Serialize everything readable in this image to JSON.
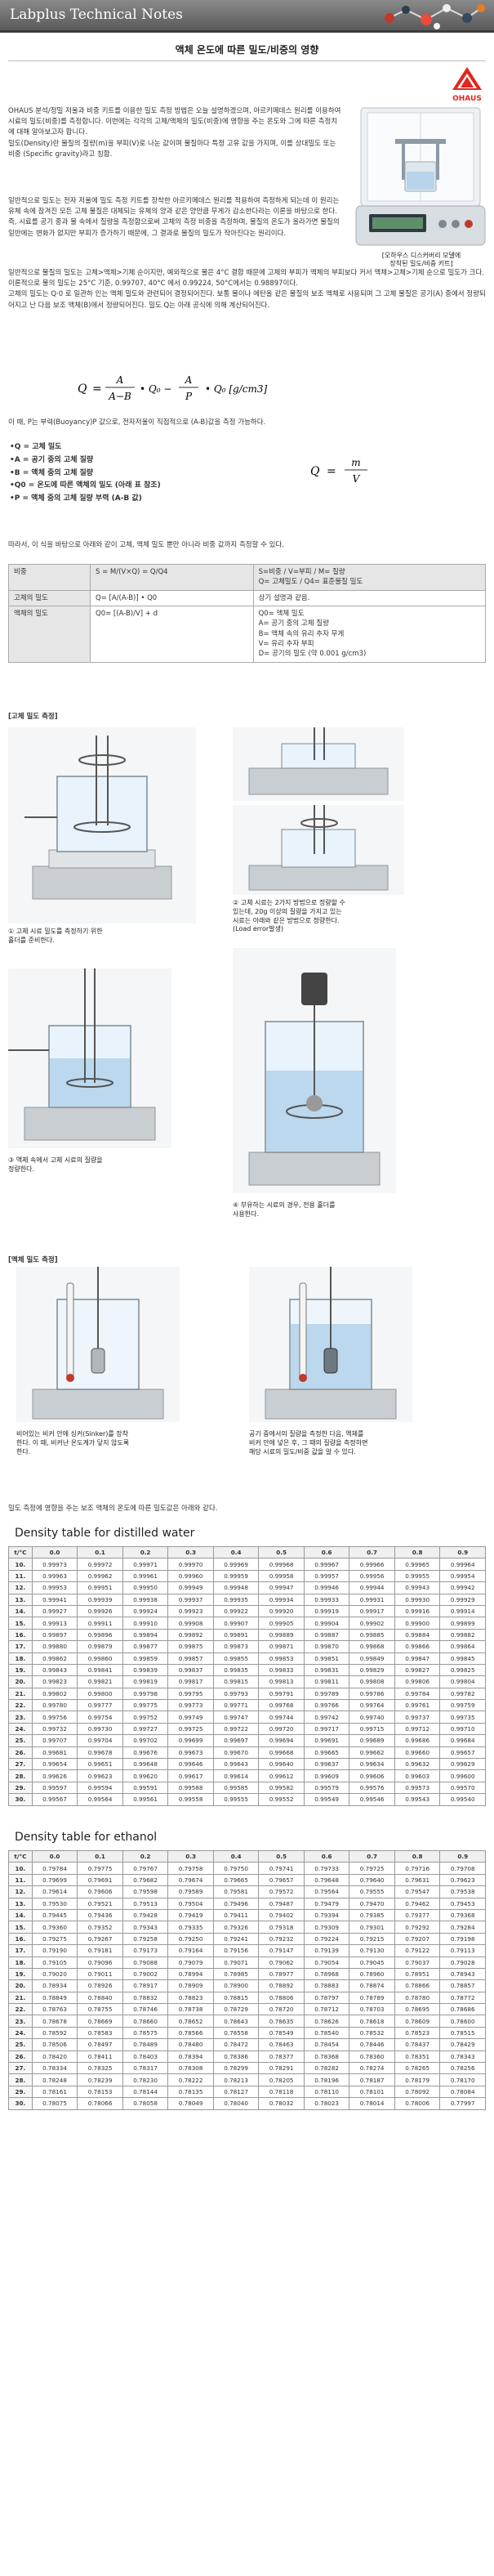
{
  "header": {
    "title": "Labplus Technical Notes"
  },
  "page_title": "액체 온도에 따른 밀도/비중의 영향",
  "logo": {
    "text": "OHAUS"
  },
  "device_caption": [
    "[오하우스 디스커버리 모델에",
    "장착된 밀도/비중 키트]"
  ],
  "paragraphs": {
    "p1": "OHAUS 분석/정밀 저울과 비중 키트를 이용한 밀도 측정 방법은 오늘 설명하겠으며, 아르키메데스 원리를 이용하여 시료의 밀도(비중)를 측정합니다. 이번에는 각각의 고체/액체의 밀도(비중)에 영향을 주는 온도와 그에 따른 측정치에 대해 알아보고자 합니다.",
    "p1b": "밀도(Density)란 물질의 질량(m)을 부피(V)로 나눈 값이며 물질마다 특정 고유 값을 가지며, 이를 상대밀도 또는 비중 (Specific gravity)라고 칭함.",
    "p2": "일반적으로 밀도는 전자 저울에 밀도 측정 키트를 장착한 아르키메데스 원리를 적용하여 측정하게 되는데 이 원리는 유체 속에 잠겨진 모든 고체 물질은 대체되는 유체의 양과 같은 양만큼 무게가 감소한다라는 이론을 바탕으로 한다.",
    "p2b": "즉, 시료를 공기 중과 물 속에서 질량을 측정함으로써 고체의 측정 비중을 측정하며, 물질의 온도가 올라가면 물질의 일반에는 변화가 없지만 부피가 증가하기 때문에, 그 결과로 물질의 밀도가 작아진다는 원리이다.",
    "p3": "일반적으로 물질의 밀도는 고체>액체>기체 순이지만, 예외적으로 물은 4°C 결합 때문에 고체의 부피가 액체의 부피보다 커서 액체>고체>기체 순으로 밀도가 크다. 이론적으로 물의 밀도는 25°C 기준, 0.99707, 40°C 에서 0.99224, 50°C에서는 0.98897이다.",
    "p3b": "고체의 밀도는 Q·0 로 일관하 인는 액체 밀도와 관련되어 결정되어진다. 보통 물이나 에탄올 같은 물질의 보조 액체로 사용되며 그 고체 물질은 공기(A) 중에서 정량되어지고 난 다음 보조 액체(B)에서 정량되어진다. 밀도 Q는 아래 공식에 의해 계산되어진다."
  },
  "formula_main": {
    "q_label": "Q",
    "num": "A",
    "den": "A−B",
    "mid1": "• Q₀ −",
    "num2": "A",
    "den2": "P",
    "tail": "• Q₀ [g/cm3]"
  },
  "formula_note": "이 때, P는 부력(Buoyancy)P 값으로, 전자저울이 직접적으로 (A-B)값을 측정 가능하다.",
  "definitions": [
    "•Q = 고체 밀도",
    "•A = 공기 중의 고체 질량",
    "•B = 액체 중의 고체 질량",
    "•Q0 = 온도에 따른 액체의 밀도 (아래 표 참조)",
    "•P = 액체 중의 고체 질량 부력 (A-B 값)"
  ],
  "formula_q": {
    "q": "Q",
    "num": "m",
    "den": "V"
  },
  "method_note": "따라서, 이 식을 바탕으로 아래와 같이 고체, 액체 밀도 뿐만 아니라 비중 값까지 측정할 수 있다.",
  "method_table": [
    {
      "label": "비중",
      "formula": "S = M/(V×Q) = Q/Q4",
      "desc": "S=비중 / V=부피 / M= 질량\nQ= 고체밀도 / Q4= 표준물질 밀도"
    },
    {
      "label": "고체의 밀도",
      "formula": "Q= [A/(A-B)] • Q0",
      "desc": "상기 설명과 같음."
    },
    {
      "label": "액체의 밀도",
      "formula": "Q0= [(A-B)/V] + d",
      "desc": "Q0= 액체 밀도\nA= 공기 중의 고체 질량\nB= 액체 속의 유리 추자 무게\nV= 유리 추자 부피\nD= 공기의 밀도 (약 0.001 g/cm3)"
    }
  ],
  "sections": {
    "solid": "[고체 밀도 측정]",
    "liquid": "[액체 밀도 측정]"
  },
  "captions": {
    "solid1": [
      "① 고체 시료 밀도를 측정하기 위한",
      "홀더를 준비한다."
    ],
    "solid2": [
      "② 고체 시료는 2가지 방법으로 정량할 수",
      "있는데, 20g 이상의 질량을 가지고 있는",
      "시료는 아래와 같은 방법으로 정량한다.",
      "(Load error발생)"
    ],
    "solid3": [
      "③ 액체 속에서 고체 시료의 질량을",
      "정량한다."
    ],
    "solid4": [
      "④ 부유하는 시료의 경우, 전용 홀더를",
      "사용한다."
    ],
    "liquid1": [
      "비어있는 비커 안에 싱커(Sinker)를 장착",
      "한다. 이 때, 비커난 온도계가 닿지 않도록",
      "한다."
    ],
    "liquid2": [
      "공기 중에서의 질량을 측정한 다음, 액체를",
      "비커 안에 넣은 후, 그 때의 질량을 측정하면",
      "해당 시료의 밀도/비중 값을 알 수 있다."
    ]
  },
  "footer_note": "밀도 측정에 영향을 주는 보조 액체의 온도에 따른 밀도값은 아래와 같다.",
  "water_table": {
    "title": "Density table for distilled water",
    "header": [
      "t/°C",
      "0.0",
      "0.1",
      "0.2",
      "0.3",
      "0.4",
      "0.5",
      "0.6",
      "0.7",
      "0.8",
      "0.9"
    ],
    "rows": [
      [
        "10.",
        "0.99973",
        "0.99972",
        "0.99971",
        "0.99970",
        "0.99969",
        "0.99968",
        "0.99967",
        "0.99966",
        "0.99965",
        "0.99964"
      ],
      [
        "11.",
        "0.99963",
        "0.99962",
        "0.99961",
        "0.99960",
        "0.99959",
        "0.99958",
        "0.99957",
        "0.99956",
        "0.99955",
        "0.99954"
      ],
      [
        "12.",
        "0.99953",
        "0.99951",
        "0.99950",
        "0.99949",
        "0.99948",
        "0.99947",
        "0.99946",
        "0.99944",
        "0.99943",
        "0.99942"
      ],
      [
        "13.",
        "0.99941",
        "0.99939",
        "0.99938",
        "0.99937",
        "0.99935",
        "0.99934",
        "0.99933",
        "0.99931",
        "0.99930",
        "0.99929"
      ],
      [
        "14.",
        "0.99927",
        "0.99926",
        "0.99924",
        "0.99923",
        "0.99922",
        "0.99920",
        "0.99919",
        "0.99917",
        "0.99916",
        "0.99914"
      ],
      [
        "15.",
        "0.99913",
        "0.99911",
        "0.99910",
        "0.99908",
        "0.99907",
        "0.99905",
        "0.99904",
        "0.99902",
        "0.99900",
        "0.99899"
      ],
      [
        "16.",
        "0.99897",
        "0.99896",
        "0.99894",
        "0.99892",
        "0.99891",
        "0.99889",
        "0.99887",
        "0.99885",
        "0.99884",
        "0.99882"
      ],
      [
        "17.",
        "0.99880",
        "0.99879",
        "0.99877",
        "0.99875",
        "0.99873",
        "0.99871",
        "0.99870",
        "0.99868",
        "0.99866",
        "0.99864"
      ],
      [
        "18.",
        "0.99862",
        "0.99860",
        "0.99859",
        "0.99857",
        "0.99855",
        "0.99853",
        "0.99851",
        "0.99849",
        "0.99847",
        "0.99845"
      ],
      [
        "19.",
        "0.99843",
        "0.99841",
        "0.99839",
        "0.99837",
        "0.99835",
        "0.99833",
        "0.99831",
        "0.99829",
        "0.99827",
        "0.99825"
      ],
      [
        "20.",
        "0.99823",
        "0.99821",
        "0.99819",
        "0.99817",
        "0.99815",
        "0.99813",
        "0.99811",
        "0.99808",
        "0.99806",
        "0.99804"
      ],
      [
        "21.",
        "0.99802",
        "0.99800",
        "0.99798",
        "0.99795",
        "0.99793",
        "0.99791",
        "0.99789",
        "0.99786",
        "0.99784",
        "0.99782"
      ],
      [
        "22.",
        "0.99780",
        "0.99777",
        "0.99775",
        "0.99773",
        "0.99771",
        "0.99768",
        "0.99766",
        "0.99764",
        "0.99761",
        "0.99759"
      ],
      [
        "23.",
        "0.99756",
        "0.99754",
        "0.99752",
        "0.99749",
        "0.99747",
        "0.99744",
        "0.99742",
        "0.99740",
        "0.99737",
        "0.99735"
      ],
      [
        "24.",
        "0.99732",
        "0.99730",
        "0.99727",
        "0.99725",
        "0.99722",
        "0.99720",
        "0.99717",
        "0.99715",
        "0.99712",
        "0.99710"
      ],
      [
        "25.",
        "0.99707",
        "0.99704",
        "0.99702",
        "0.99699",
        "0.99697",
        "0.99694",
        "0.99691",
        "0.99689",
        "0.99686",
        "0.99684"
      ],
      [
        "26.",
        "0.99681",
        "0.99678",
        "0.99676",
        "0.99673",
        "0.99670",
        "0.99668",
        "0.99665",
        "0.99662",
        "0.99660",
        "0.99657"
      ],
      [
        "27.",
        "0.99654",
        "0.99651",
        "0.99648",
        "0.99646",
        "0.99643",
        "0.99640",
        "0.99637",
        "0.99634",
        "0.99632",
        "0.99629"
      ],
      [
        "28.",
        "0.99626",
        "0.99623",
        "0.99620",
        "0.99617",
        "0.99614",
        "0.99612",
        "0.99609",
        "0.99606",
        "0.99603",
        "0.99600"
      ],
      [
        "29.",
        "0.99597",
        "0.99594",
        "0.99591",
        "0.99588",
        "0.99585",
        "0.99582",
        "0.99579",
        "0.99576",
        "0.99573",
        "0.99570"
      ],
      [
        "30.",
        "0.99567",
        "0.99564",
        "0.99561",
        "0.99558",
        "0.99555",
        "0.99552",
        "0.99549",
        "0.99546",
        "0.99543",
        "0.99540"
      ]
    ]
  },
  "ethanol_table": {
    "title": "Density table for ethanol",
    "header": [
      "t/°C",
      "0.0",
      "0.1",
      "0.2",
      "0.3",
      "0.4",
      "0.5",
      "0.6",
      "0.7",
      "0.8",
      "0.9"
    ],
    "rows": [
      [
        "10.",
        "0.79784",
        "0.79775",
        "0.79767",
        "0.79758",
        "0.79750",
        "0.79741",
        "0.79733",
        "0.79725",
        "0.79716",
        "0.79708"
      ],
      [
        "11.",
        "0.79699",
        "0.79691",
        "0.79682",
        "0.79674",
        "0.79665",
        "0.79657",
        "0.79648",
        "0.79640",
        "0.79631",
        "0.79623"
      ],
      [
        "12.",
        "0.79614",
        "0.79606",
        "0.79598",
        "0.79589",
        "0.79581",
        "0.79572",
        "0.79564",
        "0.79555",
        "0.79547",
        "0.79538"
      ],
      [
        "13.",
        "0.79530",
        "0.79521",
        "0.79513",
        "0.79504",
        "0.79496",
        "0.79487",
        "0.79479",
        "0.79470",
        "0.79462",
        "0.79453"
      ],
      [
        "14.",
        "0.79445",
        "0.79436",
        "0.79428",
        "0.79419",
        "0.79411",
        "0.79402",
        "0.79394",
        "0.79385",
        "0.79377",
        "0.79368"
      ],
      [
        "15.",
        "0.79360",
        "0.79352",
        "0.79343",
        "0.79335",
        "0.79326",
        "0.79318",
        "0.79309",
        "0.79301",
        "0.79292",
        "0.79284"
      ],
      [
        "16.",
        "0.79275",
        "0.79267",
        "0.79258",
        "0.79250",
        "0.79241",
        "0.79232",
        "0.79224",
        "0.79215",
        "0.79207",
        "0.79198"
      ],
      [
        "17.",
        "0.79190",
        "0.79181",
        "0.79173",
        "0.79164",
        "0.79156",
        "0.79147",
        "0.79139",
        "0.79130",
        "0.79122",
        "0.79113"
      ],
      [
        "18.",
        "0.79105",
        "0.79096",
        "0.79088",
        "0.79079",
        "0.79071",
        "0.79062",
        "0.79054",
        "0.79045",
        "0.79037",
        "0.79028"
      ],
      [
        "19.",
        "0.79020",
        "0.79011",
        "0.79002",
        "0.78994",
        "0.78985",
        "0.78977",
        "0.78968",
        "0.78960",
        "0.78951",
        "0.78943"
      ],
      [
        "20.",
        "0.78934",
        "0.78926",
        "0.78917",
        "0.78909",
        "0.78900",
        "0.78892",
        "0.78883",
        "0.78874",
        "0.78866",
        "0.78857"
      ],
      [
        "21.",
        "0.78849",
        "0.78840",
        "0.78832",
        "0.78823",
        "0.78815",
        "0.78806",
        "0.78797",
        "0.78789",
        "0.78780",
        "0.78772"
      ],
      [
        "22.",
        "0.78763",
        "0.78755",
        "0.78746",
        "0.78738",
        "0.78729",
        "0.78720",
        "0.78712",
        "0.78703",
        "0.78695",
        "0.78686"
      ],
      [
        "23.",
        "0.78678",
        "0.78669",
        "0.78660",
        "0.78652",
        "0.78643",
        "0.78635",
        "0.78626",
        "0.78618",
        "0.78609",
        "0.78600"
      ],
      [
        "24.",
        "0.78592",
        "0.78583",
        "0.78575",
        "0.78566",
        "0.78558",
        "0.78549",
        "0.78540",
        "0.78532",
        "0.78523",
        "0.78515"
      ],
      [
        "25.",
        "0.78506",
        "0.78497",
        "0.78489",
        "0.78480",
        "0.78472",
        "0.78463",
        "0.78454",
        "0.78446",
        "0.78437",
        "0.78429"
      ],
      [
        "26.",
        "0.78420",
        "0.78411",
        "0.78403",
        "0.78394",
        "0.78386",
        "0.78377",
        "0.78368",
        "0.78360",
        "0.78351",
        "0.78343"
      ],
      [
        "27.",
        "0.78334",
        "0.78325",
        "0.78317",
        "0.78308",
        "0.78299",
        "0.78291",
        "0.78282",
        "0.78274",
        "0.78265",
        "0.78256"
      ],
      [
        "28.",
        "0.78248",
        "0.78239",
        "0.78230",
        "0.78222",
        "0.78213",
        "0.78205",
        "0.78196",
        "0.78187",
        "0.78179",
        "0.78170"
      ],
      [
        "29.",
        "0.78161",
        "0.78153",
        "0.78144",
        "0.78135",
        "0.78127",
        "0.78118",
        "0.78110",
        "0.78101",
        "0.78092",
        "0.78084"
      ],
      [
        "30.",
        "0.78075",
        "0.78066",
        "0.78058",
        "0.78049",
        "0.78040",
        "0.78032",
        "0.78023",
        "0.78014",
        "0.78006",
        "0.77997"
      ]
    ]
  }
}
